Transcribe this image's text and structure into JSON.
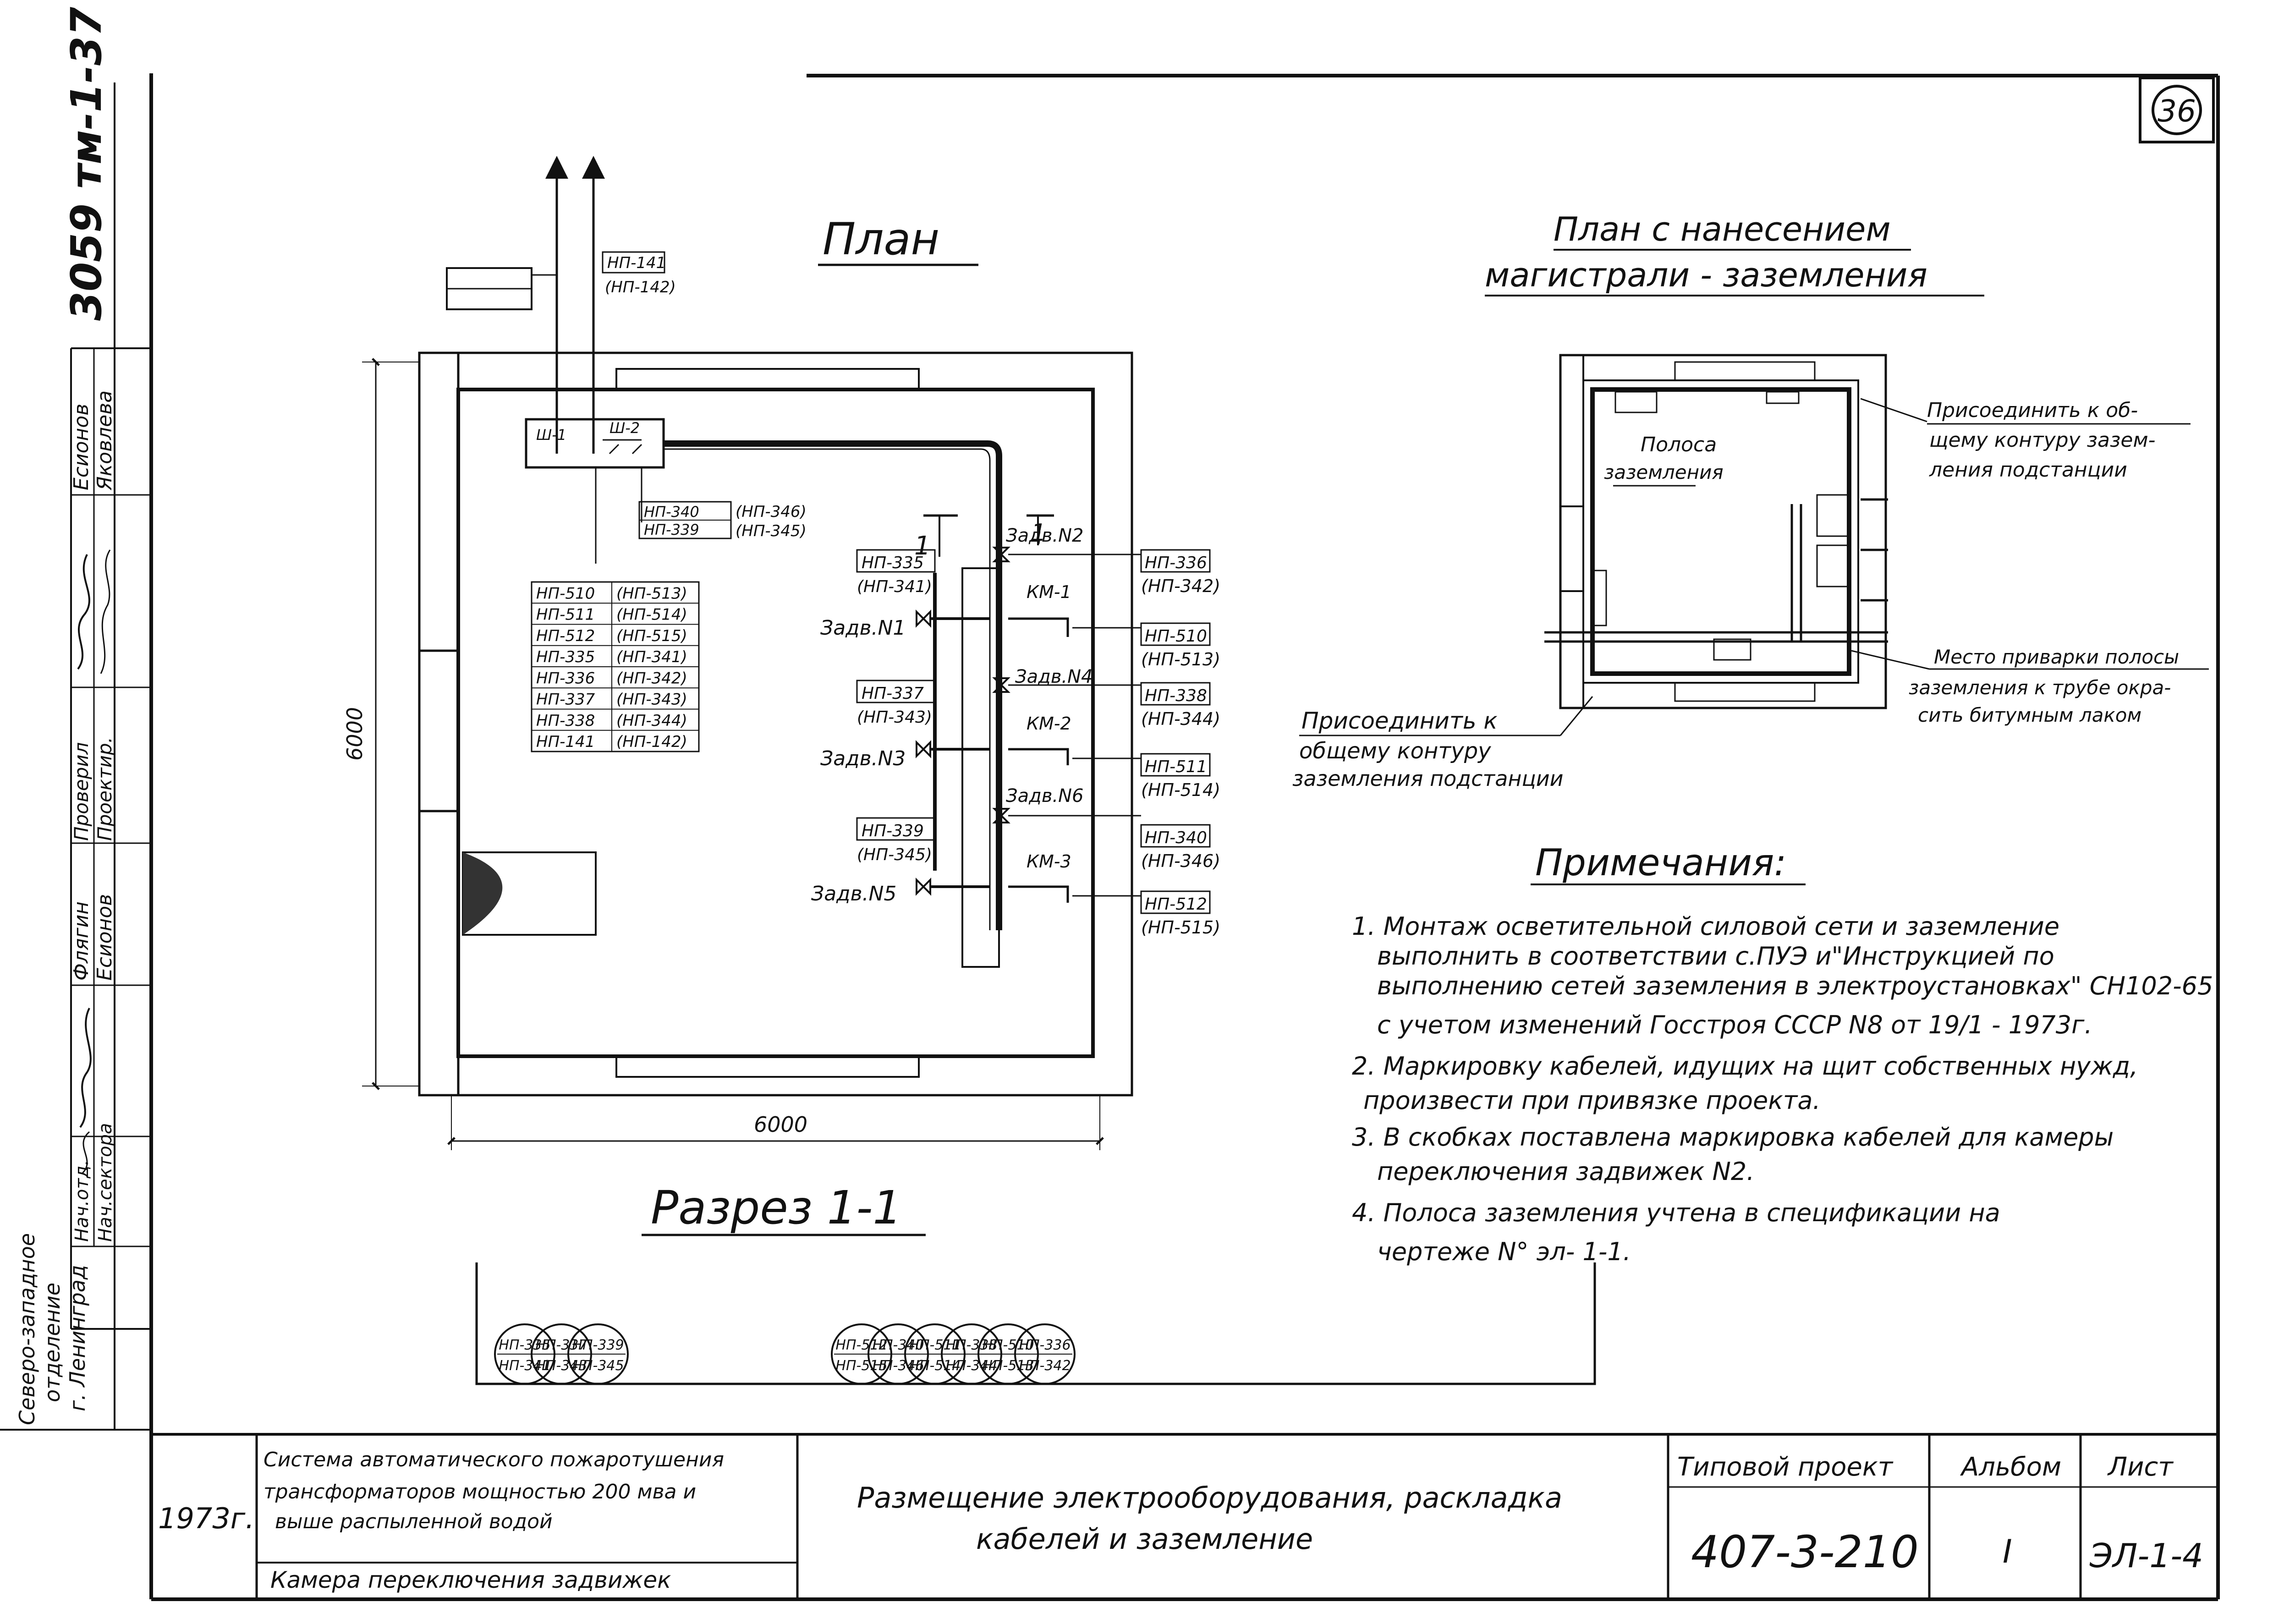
{
  "sheet_number": "36",
  "stamp_code": "3059 тм-1-37",
  "main_plan": {
    "title": "План",
    "section_title": "Разрез 1-1",
    "dim_vertical": "6000",
    "dim_horizontal": "6000",
    "panel_labels": [
      "Ш-1",
      "Ш-2"
    ],
    "riser_tag_1": "НП-141",
    "riser_tag_2": "(НП-142)",
    "tag_340": "НП-340",
    "tag_346": "(НП-346)",
    "tag_339": "НП-339",
    "tag_345": "(НП-345)",
    "cable_table": [
      [
        "НП-510",
        "(НП-513)"
      ],
      [
        "НП-511",
        "(НП-514)"
      ],
      [
        "НП-512",
        "(НП-515)"
      ],
      [
        "НП-335",
        "(НП-341)"
      ],
      [
        "НП-336",
        "(НП-342)"
      ],
      [
        "НП-337",
        "(НП-343)"
      ],
      [
        "НП-338",
        "(НП-344)"
      ],
      [
        "НП-141",
        "(НП-142)"
      ]
    ],
    "section_mark_1": "1",
    "section_mark_2": "1",
    "valves": [
      "Задв.N2",
      "Задв.N1",
      "Задв.N4",
      "Задв.N3",
      "Задв.N6",
      "Задв.N5"
    ],
    "km_labels": [
      "КМ-1",
      "КМ-2",
      "КМ-3"
    ],
    "left_tags": [
      [
        "НП-335",
        "(НП-341)"
      ],
      [
        "НП-337",
        "(НП-343)"
      ],
      [
        "НП-339",
        "(НП-345)"
      ]
    ],
    "right_tags": [
      [
        "НП-336",
        "(НП-342)"
      ],
      [
        "НП-510",
        "(НП-513)"
      ],
      [
        "НП-338",
        "(НП-344)"
      ],
      [
        "НП-511",
        "(НП-514)"
      ],
      [
        "НП-340",
        "(НП-346)"
      ],
      [
        "НП-512",
        "(НП-515)"
      ]
    ]
  },
  "section_cables_left": [
    [
      "НП-335",
      "НП-341"
    ],
    [
      "НП-337",
      "НП-343"
    ],
    [
      "НП-339",
      "НП-345"
    ]
  ],
  "section_cables_right": [
    [
      "НП-512",
      "НП-515"
    ],
    [
      "НП-340",
      "НП-346"
    ],
    [
      "НП-511",
      "НП-514"
    ],
    [
      "НП-338",
      "НП-344"
    ],
    [
      "НП-510",
      "НП-513"
    ],
    [
      "НП-336",
      "НП-342"
    ]
  ],
  "grounding_plan": {
    "title_line1": "План с нанесением",
    "title_line2": "магистрали - заземления",
    "strip_label_1": "Полоса",
    "strip_label_2": "заземления",
    "connect_top": [
      "Присоединить к об-",
      "щему контуру зазем-",
      "ления подстанции"
    ],
    "weld_note": [
      "Место приварки полосы",
      "заземления к трубе окра-",
      "сить битумным лаком"
    ],
    "connect_left": [
      "Присоединить к",
      "общему контуру",
      "заземления подстанции"
    ]
  },
  "notes": {
    "title": "Примечания:",
    "lines": [
      "1. Монтаж осветительной силовой сети и заземление",
      "выполнить в соответствии с.ПУЭ и\"Инструкцией по",
      "выполнению сетей заземления в электроустановках\" СН102-65",
      "с учетом изменений Госстроя СССР N8 от 19/1 - 1973г.",
      "2. Маркировку кабелей, идущих на щит собственных нужд,",
      "произвести при привязке проекта.",
      "3. В скобках поставлена маркировка кабелей для камеры",
      "переключения задвижек N2.",
      "4. Полоса заземления учтена в спецификации на",
      "чертеже N° эл- 1-1."
    ]
  },
  "side_stamp": {
    "roles": [
      "Нач.отд.",
      "Нач.сектора",
      "Проверил",
      "Проектир."
    ],
    "names_a": [
      "Флягин",
      "Есионов"
    ],
    "names_b": [
      "Есионов",
      "Яковлева"
    ],
    "org_lines": [
      "Северо-западное",
      "отделение",
      "г. Ленинград"
    ]
  },
  "title_block": {
    "year": "1973г.",
    "system_line1": "Система автоматического пожаротушения",
    "system_line2": "трансформаторов мощностью 200 мва и",
    "system_line3": "выше распыленной водой",
    "chamber": "Камера переключения задвижек",
    "title_line1": "Размещение электрооборудования, раскладка",
    "title_line2": "кабелей и заземление",
    "project_label": "Типовой проект",
    "project_number": "407-3-210",
    "album_label": "Альбом",
    "album_value": "I",
    "sheet_label": "Лист",
    "sheet_value": "ЭЛ-1-4"
  }
}
